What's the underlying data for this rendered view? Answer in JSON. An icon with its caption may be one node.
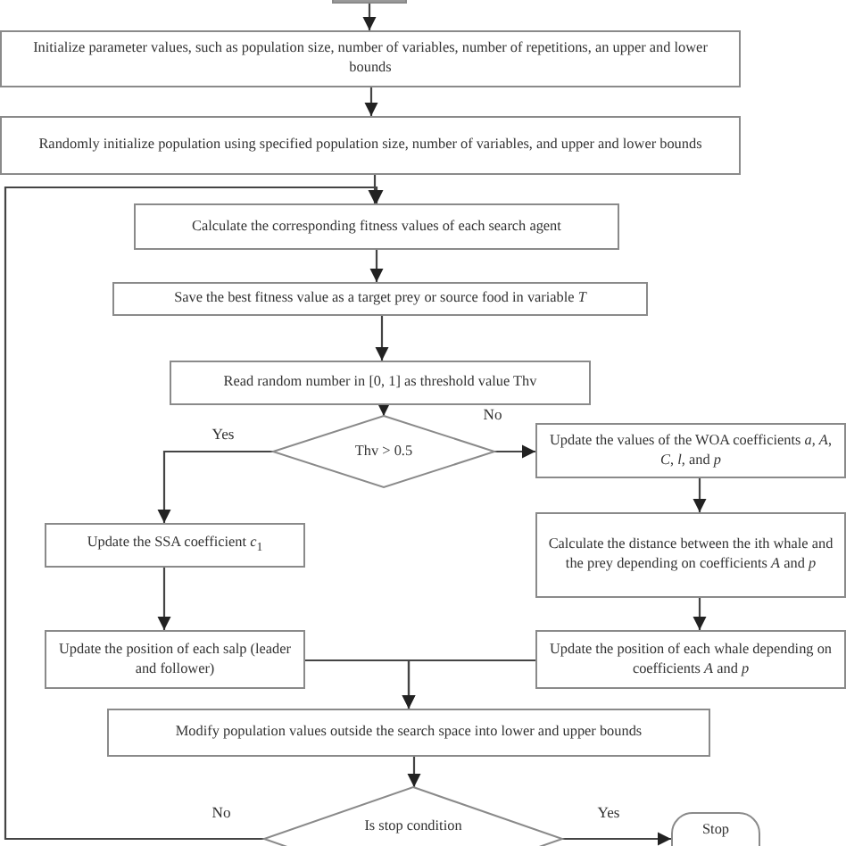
{
  "diagram": {
    "nodes": [
      {
        "text": [],
        "shape": "box"
      },
      {
        "text": [
          "Initialize parameter values, such as population size, number of variables, number of repetitions, an upper and lower bounds"
        ]
      },
      {
        "text": [
          "Randomly initialize population using specified population size, number of variables, and upper and lower bounds"
        ]
      },
      {
        "text": [
          "Calculate the corresponding fitness values of each search agent"
        ]
      },
      {
        "text": [
          "Save the best fitness value as a target prey or source food in variable *T*"
        ]
      },
      {
        "text": [
          "Read random number in [0, 1] as threshold value Thv"
        ]
      },
      {
        "text": [
          "Thv > 0.5"
        ]
      },
      {
        "text": [
          "Update the values of the WOA coefficients *a*, *A*, *C*, *l*, and *p*"
        ]
      },
      {
        "text": [
          "Update the SSA coefficient *c*$_{1}$"
        ]
      },
      {
        "text": [
          "Calculate the distance between the ith whale and the prey depending on coefficients *A* and *p*"
        ]
      },
      {
        "text": [
          "Update the position of each salp (leader and follower)"
        ]
      },
      {
        "text": [
          "Update the position of each whale depending on coefficients *A* and *p*"
        ]
      },
      {
        "text": [
          "Modify population values outside the search space into lower and upper bounds"
        ]
      },
      {
        "text": [
          "Is stop condition"
        ]
      },
      {
        "text": [
          "Stop"
        ]
      }
    ],
    "edges": [
      {
        "from": 0,
        "to": 1,
        "arrow": "to"
      },
      {
        "from": 1,
        "to": 2,
        "arrow": "to"
      },
      {
        "from": 2,
        "to": 3,
        "arrow": "to"
      },
      {
        "from": 3,
        "to": 4,
        "arrow": "to"
      },
      {
        "from": 4,
        "to": 5,
        "arrow": "to"
      },
      {
        "from": 5,
        "to": 6,
        "arrow": "to"
      },
      {
        "from": 6,
        "to": 8,
        "arrow": "to",
        "label": "Yes"
      },
      {
        "from": 6,
        "to": 7,
        "arrow": "to",
        "label": "No"
      },
      {
        "from": 7,
        "to": 9,
        "arrow": "to"
      },
      {
        "from": 9,
        "to": 11,
        "arrow": "to"
      },
      {
        "from": 8,
        "to": 10,
        "arrow": "to"
      },
      {
        "from": 10,
        "to": 12,
        "arrow": "to"
      },
      {
        "from": 11,
        "to": 12,
        "arrow": "to"
      },
      {
        "from": 12,
        "to": 13,
        "arrow": "to"
      },
      {
        "from": 13,
        "to": 3,
        "arrow": "to",
        "label": "No"
      },
      {
        "from": 13,
        "to": 14,
        "arrow": "to",
        "label": "Yes"
      }
    ]
  }
}
